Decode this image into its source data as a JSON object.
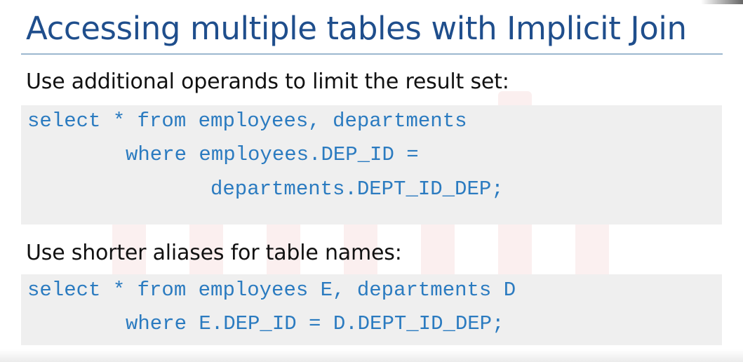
{
  "title": "Accessing multiple tables with Implicit Join",
  "section1": {
    "caption": "Use additional operands to limit the result set:",
    "code": [
      "select * from employees, departments",
      "where employees.DEP_ID =",
      "departments.DEPT_ID_DEP;"
    ]
  },
  "section2": {
    "caption": "Use shorter aliases for table names:",
    "code": [
      "select * from employees E, departments D",
      "where E.DEP_ID = D.DEPT_ID_DEP;"
    ]
  },
  "colors": {
    "title": "#1f4e8c",
    "code": "#2b7bc0",
    "code_background": "#efefef",
    "rule": "#9cb7cf"
  }
}
